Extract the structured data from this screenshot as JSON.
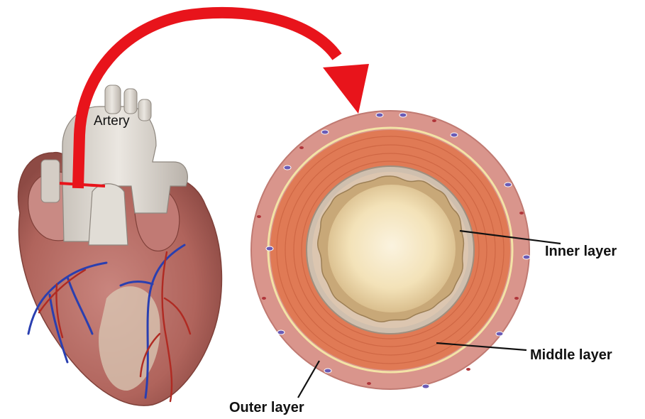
{
  "labels": {
    "artery": "Artery",
    "inner_layer": "Inner layer",
    "middle_layer": "Middle layer",
    "outer_layer": "Outer layer"
  },
  "colors": {
    "arrow": "#e8141b",
    "outer_layer": "#d9958c",
    "middle_layer": "#e07a55",
    "inner_layer": "#dcc6b0",
    "lumen": "#f3e2b8",
    "artery_vessel": "#d8d3cc",
    "heart_muscle": "#b8706a",
    "vein": "#2a3fb0",
    "coronary_artery": "#b02a22"
  }
}
